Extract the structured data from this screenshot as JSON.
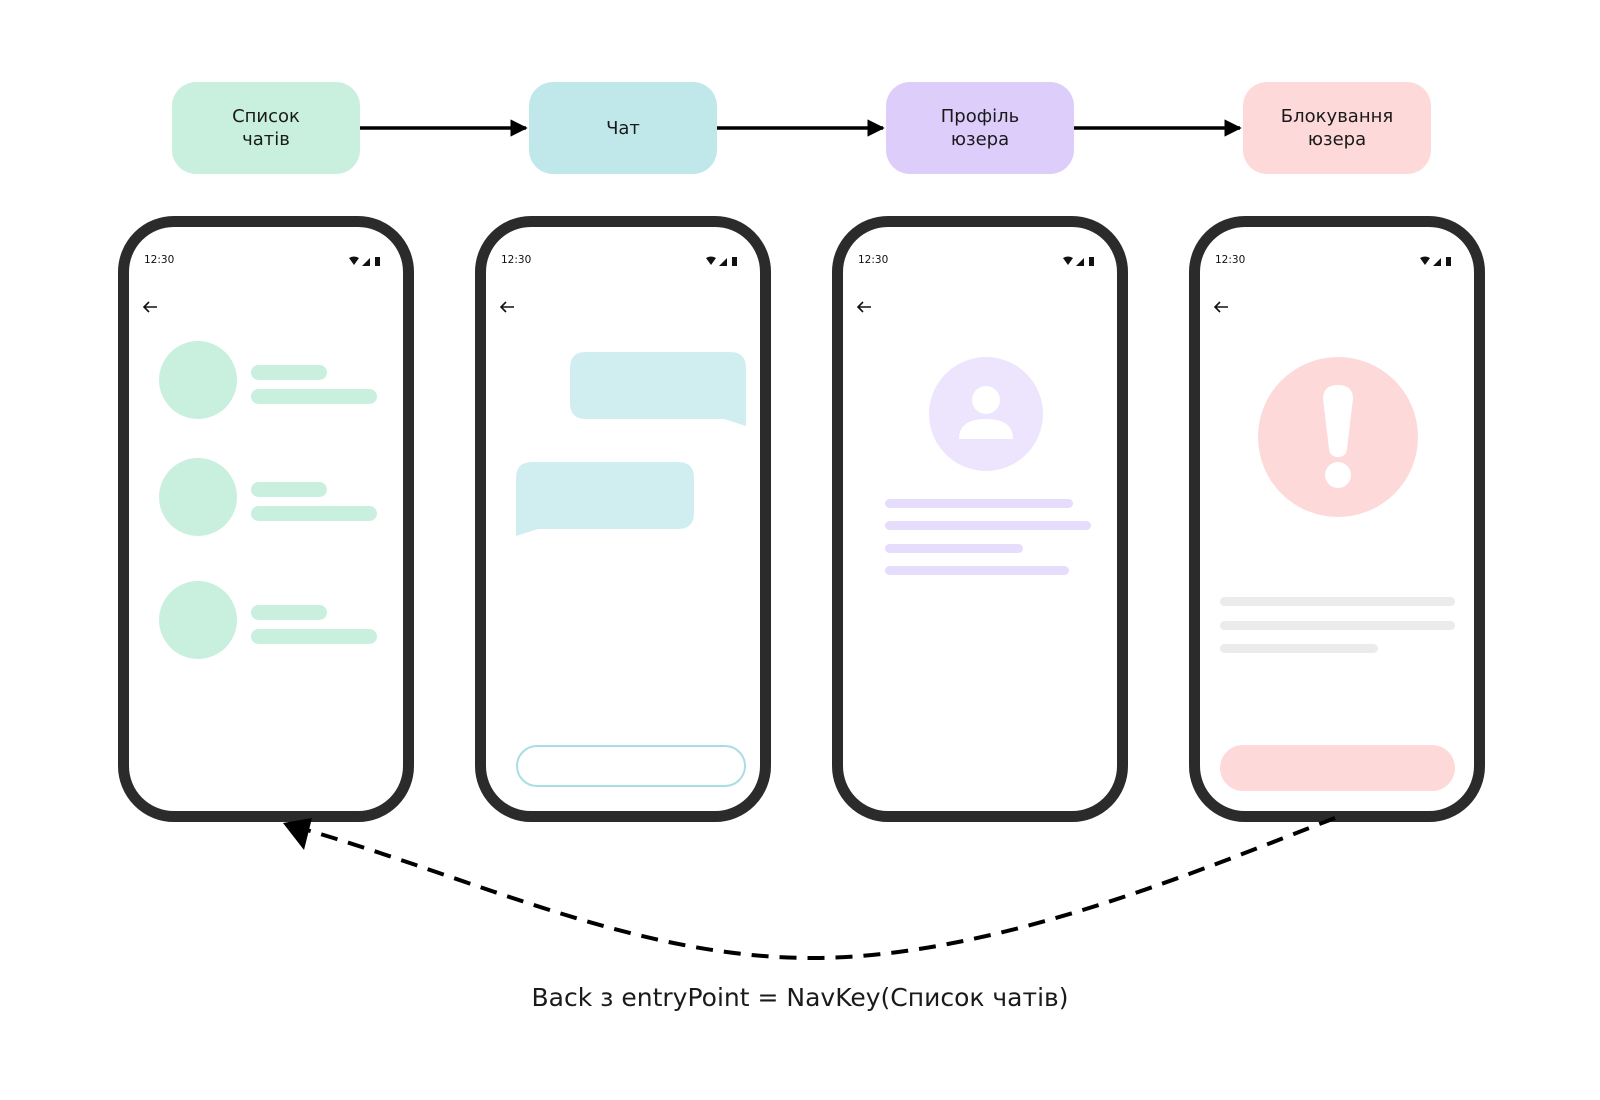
{
  "flow": {
    "step1": {
      "label": "Список\nчатів",
      "color": "#c9f0de"
    },
    "step2": {
      "label": "Чат",
      "color": "#c0e8ea"
    },
    "step3": {
      "label": "Профіль\nюзера",
      "color": "#ddcdfb"
    },
    "step4": {
      "label": "Блокування\nюзера",
      "color": "#fdd9d9"
    }
  },
  "status_time": "12:30",
  "icons": {
    "status": [
      "wifi-icon",
      "cell-signal-icon",
      "battery-icon"
    ],
    "back": "arrow-left-icon",
    "profile": "person-icon",
    "alert": "exclamation-icon"
  },
  "colors": {
    "chat_list_accent": "#c9f0de",
    "chat_bubble": "#d0eef0",
    "input_outline": "#a9dde6",
    "profile_avatar": "#ece5fd",
    "profile_lines": "#e6dcfb",
    "alert_accent": "#fdd9d9",
    "neutral_lines": "#ebebeb",
    "phone_frame": "#2b2b2b"
  },
  "footer_caption": "Back з entryPoint = NavKey(Список чатів)"
}
